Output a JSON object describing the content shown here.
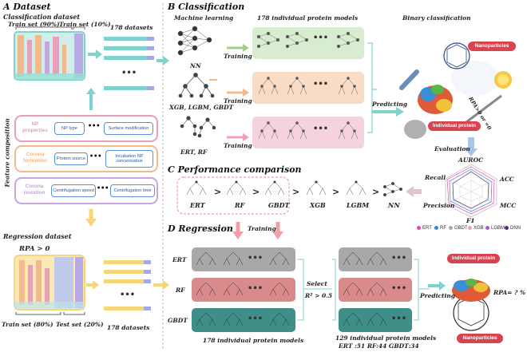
{
  "panelA": {
    "heading_letter": "A",
    "heading": "Dataset",
    "classification_dataset": "Classification dataset",
    "train_set": "Train set (90%)",
    "train_set_small": "Train set (10%)",
    "datasets_178": "178 datasets",
    "feature_composition": "Feature composition",
    "feature_groups": [
      {
        "name": "NP properties",
        "a": "NP type",
        "b": "Surface modification",
        "color": "#e8a0b8"
      },
      {
        "name": "Corona formation",
        "a": "Protein source",
        "b": "Incubation NP concentration",
        "color": "#f2b98a"
      },
      {
        "name": "Corona isolation",
        "a": "Centrifugation speed",
        "b": "Centrifugation time",
        "color": "#c7a6e0"
      }
    ],
    "ellipsis": "•••",
    "regression_dataset": "Regression dataset",
    "rpa_condition": "RPA > 0",
    "train_set_80": "Train set (80%)",
    "test_set_20": "Test set (20%)",
    "datasets_178_b": "178 datasets"
  },
  "panelB": {
    "heading_letter": "B",
    "heading": "Classification",
    "machine_learning": "Machine learning",
    "models_178": "178 individual protein models",
    "binary_classification": "Binary classification",
    "nn": "NN",
    "xgb": "XGB, LGBM, GBDT",
    "ert_rf": "ERT, RF",
    "training": "Training",
    "predicting": "Predicting",
    "nanoparticles": "Nanoparticles",
    "individual_protein": "Individual protein",
    "rpa_rule": "RPA>0 or =0",
    "evaluation": "Evaluation"
  },
  "panelC": {
    "heading_letter": "C",
    "heading": "Performance comparison",
    "ranking": [
      "ERT",
      "RF",
      "GBDT",
      "XGB",
      "LGBM",
      "NN"
    ],
    "gt": ">",
    "radar_axes": [
      "AUROC",
      "ACC",
      "MCC",
      "F1",
      "Precision",
      "Recall"
    ],
    "legend": [
      {
        "label": "ERT",
        "color": "#e84aa6"
      },
      {
        "label": "RF",
        "color": "#3b82d6"
      },
      {
        "label": "GBDT",
        "color": "#a9a9a9"
      },
      {
        "label": "XGB",
        "color": "#e3a3cf"
      },
      {
        "label": "LGBM",
        "color": "#a35bc4"
      },
      {
        "label": "DNN",
        "color": "#5a2a82"
      }
    ]
  },
  "panelD": {
    "heading_letter": "D",
    "heading": "Regression",
    "training": "Training",
    "rows": [
      "ERT",
      "RF",
      "GBDT"
    ],
    "models_178": "178 individual protein models",
    "select": "Select",
    "r2": "R² > 0.5",
    "models_129": "129 individual protein models",
    "counts": "ERT :51  RF:44  GBDT:34",
    "predicting": "Predicting",
    "individual_protein": "Individual protein",
    "nanoparticles": "Nanoparticles",
    "rpa_query": "RPA= ? %"
  },
  "colors": {
    "teal": "#7fd3cf",
    "green_panel": "#d8ecd0",
    "peach_panel": "#f8dcc6",
    "pink_panel": "#f4d3dc",
    "gray_row": "#a8a8a8",
    "red_row": "#d98a8a",
    "teal_row": "#3f8f88",
    "arrow_yellow": "#f5d77a",
    "arrow_pink": "#f0a0a8",
    "bubble_red": "#d9434f"
  }
}
